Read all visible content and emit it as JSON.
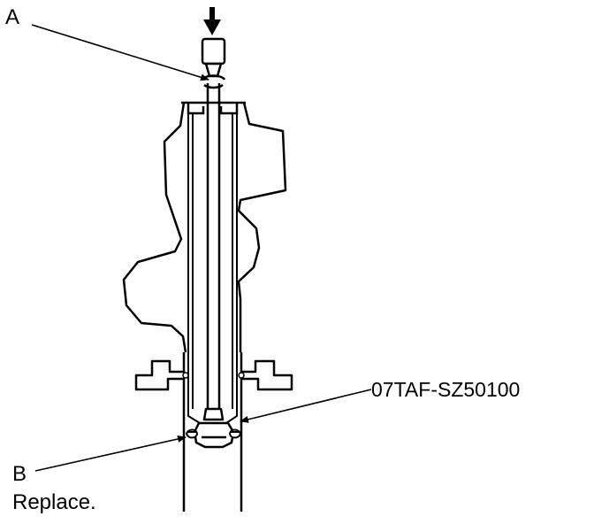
{
  "labels": {
    "a": "A",
    "b": "B",
    "b_note": "Replace.",
    "tool": "07TAF-SZ50100"
  },
  "colors": {
    "ink": "#000000",
    "paper": "#ffffff"
  }
}
